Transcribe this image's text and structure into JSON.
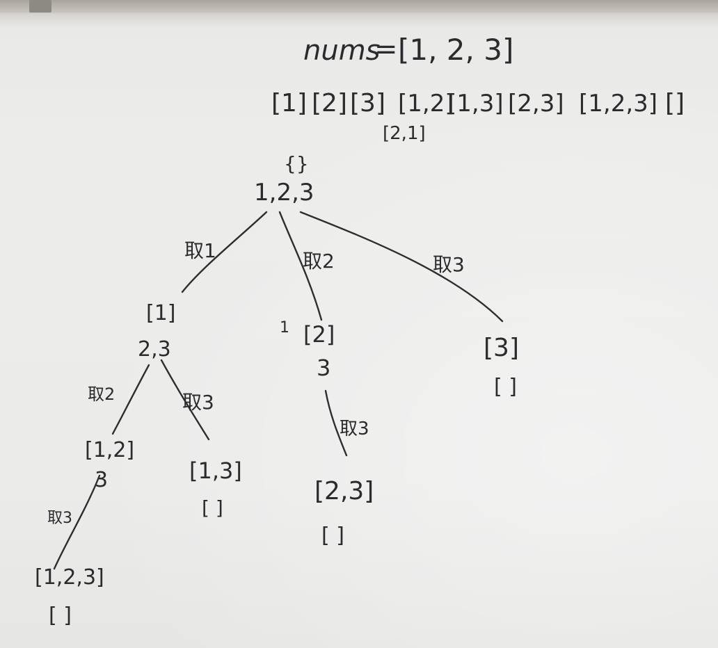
{
  "header": {
    "nums_label": "nums",
    "nums_eq": "=",
    "nums_value": "[1, 2, 3]",
    "subsets": [
      "[1]",
      "[2]",
      "[3]",
      "[1,2]",
      "[1,3]",
      "[2,3]",
      "[1,2,3]",
      "[]"
    ],
    "subset_note": "[2,1]"
  },
  "tree": {
    "root": {
      "chosen": "{}",
      "remaining": "1,2,3"
    },
    "edges": {
      "root_1": "取1",
      "root_2": "取2",
      "root_3": "取3",
      "n1_2": "取2",
      "n1_3": "取3",
      "n12_3": "取3",
      "n2_3": "取3"
    },
    "nodes": {
      "n1": {
        "chosen": "[1]",
        "remaining": "2,3"
      },
      "n2": {
        "chosen": "[2]",
        "remaining": "3",
        "mark": "1"
      },
      "n3": {
        "chosen": "[3]",
        "remaining": "[ ]"
      },
      "n12": {
        "chosen": "[1,2]",
        "remaining": "3"
      },
      "n13": {
        "chosen": "[1,3]",
        "remaining": "[ ]"
      },
      "n23": {
        "chosen": "[2,3]",
        "remaining": "[ ]"
      },
      "n123": {
        "chosen": "[1,2,3]",
        "remaining": "[ ]"
      }
    }
  }
}
